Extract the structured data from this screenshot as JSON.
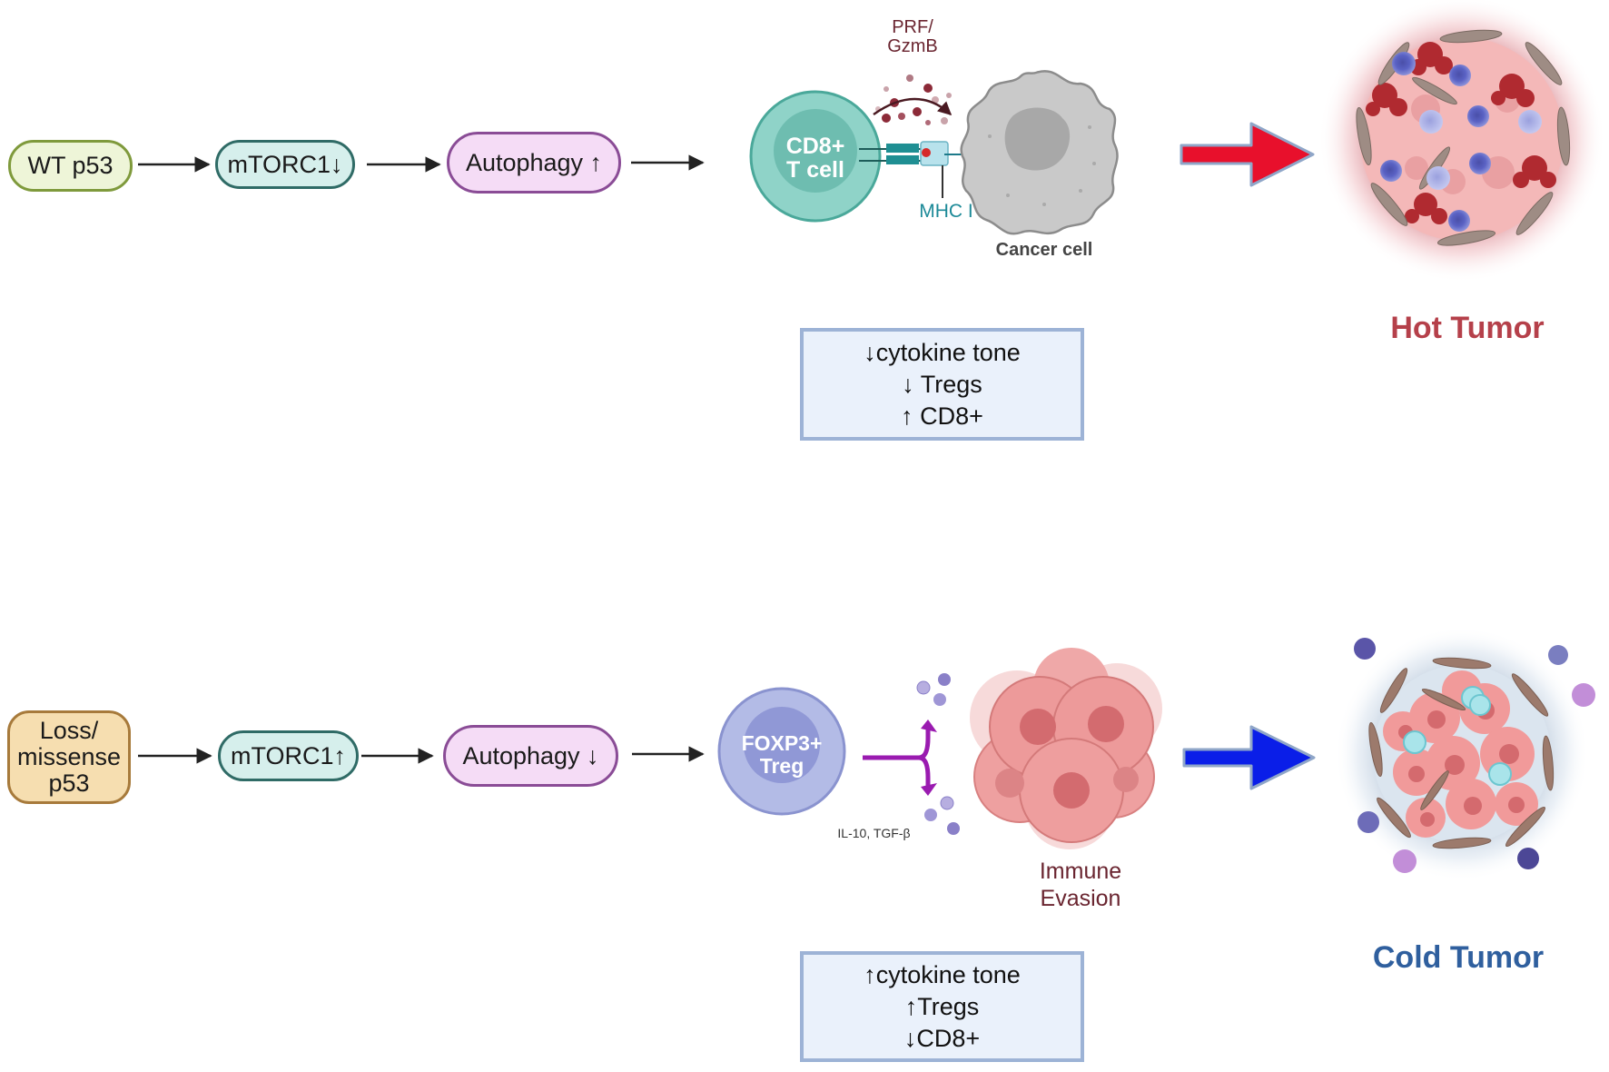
{
  "top_pathway": {
    "nodes": [
      {
        "label": "WT p53",
        "fill": "#eef5d8",
        "border": "#7f9a3c"
      },
      {
        "label": "mTORC1↓",
        "fill": "#d6efec",
        "border": "#2f6b66"
      },
      {
        "label": "Autophagy ↑",
        "fill": "#f5dcf6",
        "border": "#8a4c96"
      }
    ],
    "effector_cell": {
      "label_line1": "CD8+",
      "label_line2": "T cell",
      "icon": "cd8-t-cell-icon"
    },
    "secreted": {
      "label_line1": "PRF/",
      "label_line2": "GzmB"
    },
    "receptor_label": "MHC I",
    "target_cell": {
      "label": "Cancer cell",
      "icon": "cancer-cell-icon"
    },
    "arrow_color": "#e8102c",
    "outcome": {
      "label": "Hot Tumor",
      "color": "#b5404a",
      "icon": "hot-tumor-icon"
    },
    "summary": [
      "↓cytokine tone",
      "↓ Tregs",
      "↑ CD8+"
    ]
  },
  "bottom_pathway": {
    "nodes": [
      {
        "label_lines": [
          "Loss/",
          "missense",
          "p53"
        ],
        "fill": "#f6deb0",
        "border": "#a77a3b"
      },
      {
        "label": "mTORC1↑",
        "fill": "#d6efec",
        "border": "#2f6b66"
      },
      {
        "label": "Autophagy ↓",
        "fill": "#f5dcf6",
        "border": "#8a4c96"
      }
    ],
    "effector_cell": {
      "label_line1": "FOXP3+",
      "label_line2": "Treg",
      "icon": "treg-cell-icon"
    },
    "secreted": {
      "label": "IL-10, TGF-β"
    },
    "target_cell": {
      "label_line1": "Immune",
      "label_line2": "Evasion",
      "icon": "tumor-cell-cluster-icon"
    },
    "arrow_color": "#0a1ee8",
    "outcome": {
      "label": "Cold Tumor",
      "color": "#2f5f9e",
      "icon": "cold-tumor-icon"
    },
    "summary": [
      "↑cytokine tone",
      "↑Tregs",
      "↓CD8+"
    ]
  }
}
